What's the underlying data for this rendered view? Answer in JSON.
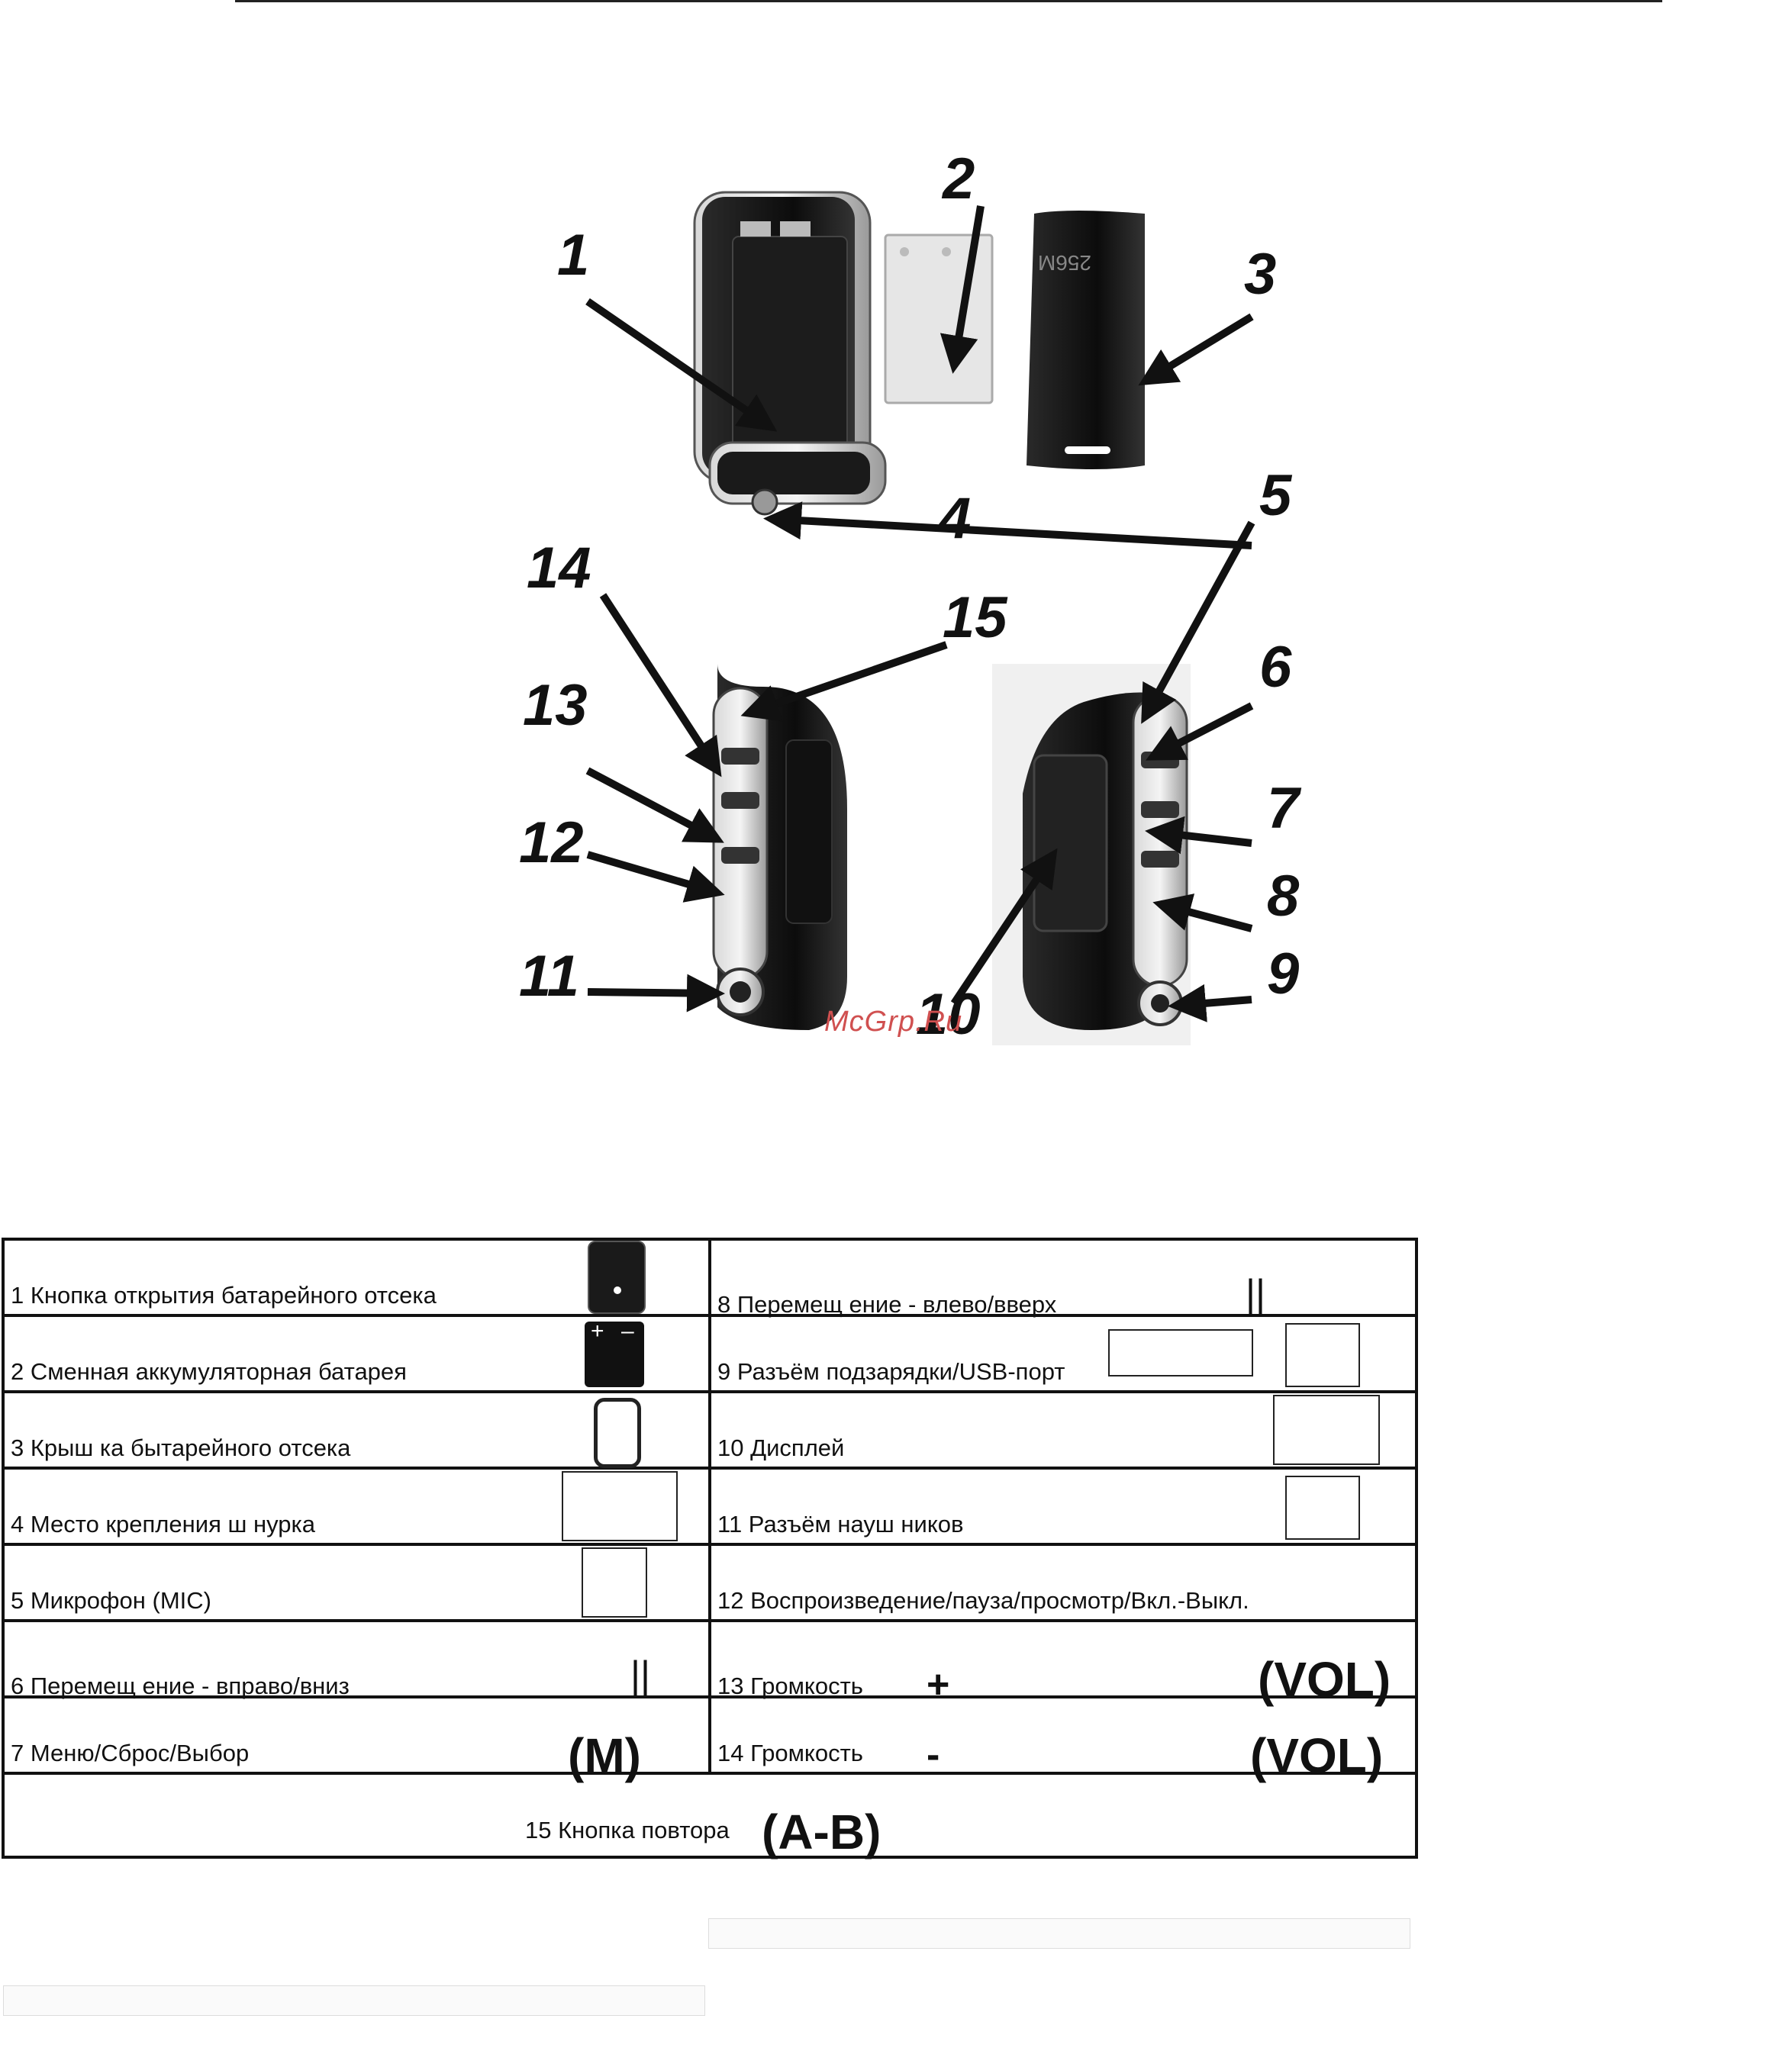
{
  "watermark": "McGrp.Ru",
  "callouts": [
    "1",
    "2",
    "3",
    "4",
    "5",
    "6",
    "7",
    "8",
    "9",
    "10",
    "11",
    "12",
    "13",
    "14",
    "15"
  ],
  "device_text": "256M",
  "rows": [
    {
      "left": "1 Кнопка открытия батарейного отсека",
      "right": "8 Перемещ ение - влево/вверх",
      "right_sym": "||"
    },
    {
      "left": "2 Сменная аккумуляторная батарея",
      "right": "9 Разъём подзарядки/USB-порт",
      "batt_plus": "+",
      "batt_minus": "–"
    },
    {
      "left": "3 Крыш ка бытарейного отсека",
      "right": "10 Дисплей"
    },
    {
      "left": "4 Место крепления ш нурка",
      "right": "11 Разъём науш ников"
    },
    {
      "left": "5 Микрофон (MIC)",
      "right": "12 Воспроизведение/пауза/просмотр/Вкл.-Выкл."
    },
    {
      "left": "6 Перемещ ение - вправо/вниз",
      "left_sym": "||",
      "right": "13 Громкость",
      "right_sign": "+",
      "right_sym": "(VOL)"
    },
    {
      "left": "7 Меню/Сброс/Выбор",
      "left_sym": "(M)",
      "right": "14 Громкость",
      "right_sign": "-",
      "right_sym": "(VOL)"
    }
  ],
  "last_row": {
    "text": "15 Кнопка повтора",
    "sym": "(A-B)"
  }
}
